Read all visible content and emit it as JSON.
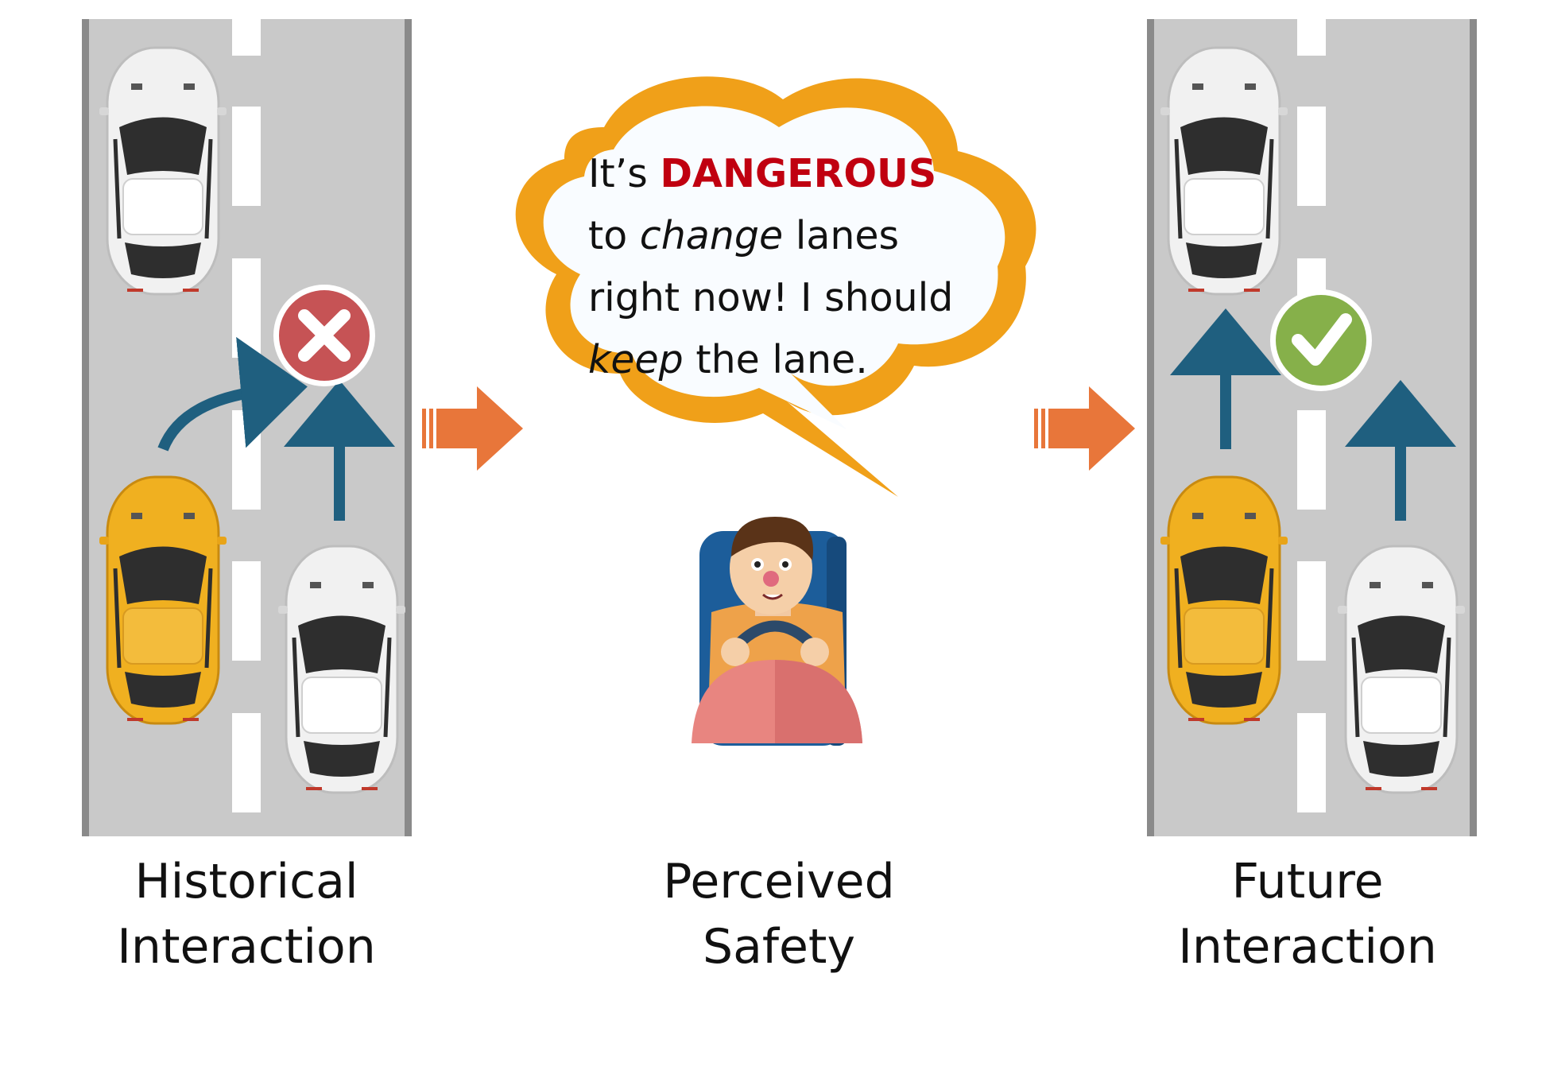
{
  "thought": {
    "p1": "It’s ",
    "danger": "DANGEROUS",
    "p2": "to ",
    "change": "change",
    "p3": " lanes",
    "line3": "right now! I should",
    "keep": "keep",
    "p4": " the lane."
  },
  "labels": {
    "historical": [
      "Historical",
      "Interaction"
    ],
    "perceived": [
      "Perceived",
      "Safety"
    ],
    "future": [
      "Future",
      "Interaction"
    ]
  },
  "colors": {
    "road": "#c9c9c9",
    "road_edge": "#8a8a8a",
    "arrow_blue": "#1f5f7f",
    "flow_arrow": "#e8763a",
    "bubble_border": "#f0a019",
    "cross_badge": "#c65355",
    "check_badge": "#86b04a",
    "yellow_car": "#f0b020"
  },
  "icons": {
    "cross": "cross-badge-icon",
    "check": "check-badge-icon",
    "driver": "driver-icon"
  }
}
